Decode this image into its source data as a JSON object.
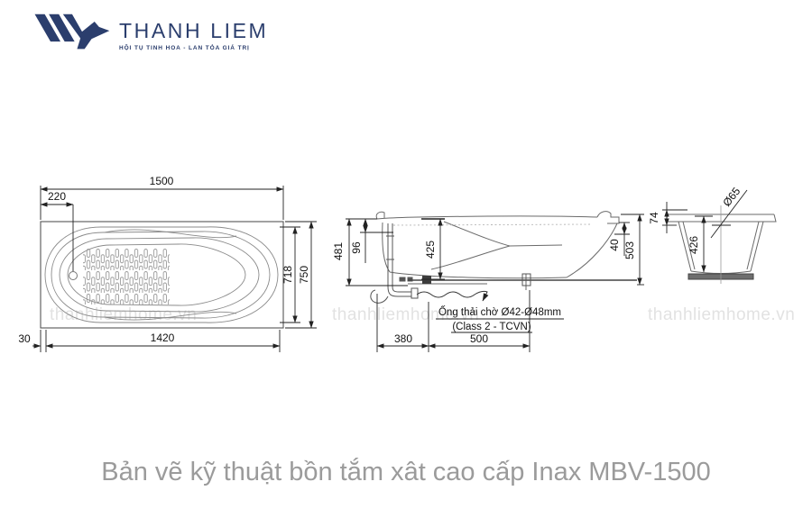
{
  "logo": {
    "name": "THANH LIEM",
    "tagline": "HỘI TỤ TINH HOA - LAN TỎA GIÁ TRỊ"
  },
  "caption": "Bản vẽ kỹ thuật bồn tắm xât cao cấp Inax MBV-1500",
  "watermark": "thanhliemhome.vn",
  "colors": {
    "brand_navy": "#2b3e6d",
    "drawing_line": "#666666",
    "dimension_line": "#222222",
    "caption_gray": "#9b9b9b",
    "watermark_gray": "#e2e2e2"
  },
  "views": {
    "top_view": {
      "dims": {
        "overall_length": "1500",
        "drain_offset": "220",
        "inner_width": "718",
        "overall_width": "750",
        "base_length": "1420",
        "edge_gap": "30"
      }
    },
    "side_view": {
      "dims": {
        "overall_height": "481",
        "rim_to_water": "96",
        "inner_depth": "425",
        "rim_thickness": "40",
        "right_height": "503",
        "drain_offset": "380",
        "pipe_span": "500"
      },
      "note_line1": "Ống thải chờ Ø42-Ø48mm",
      "note_line2": "(Class 2 - TCVN)"
    },
    "end_view": {
      "dims": {
        "rim_height": "74",
        "depth": "426",
        "drain_diameter": "Ø65"
      }
    }
  }
}
